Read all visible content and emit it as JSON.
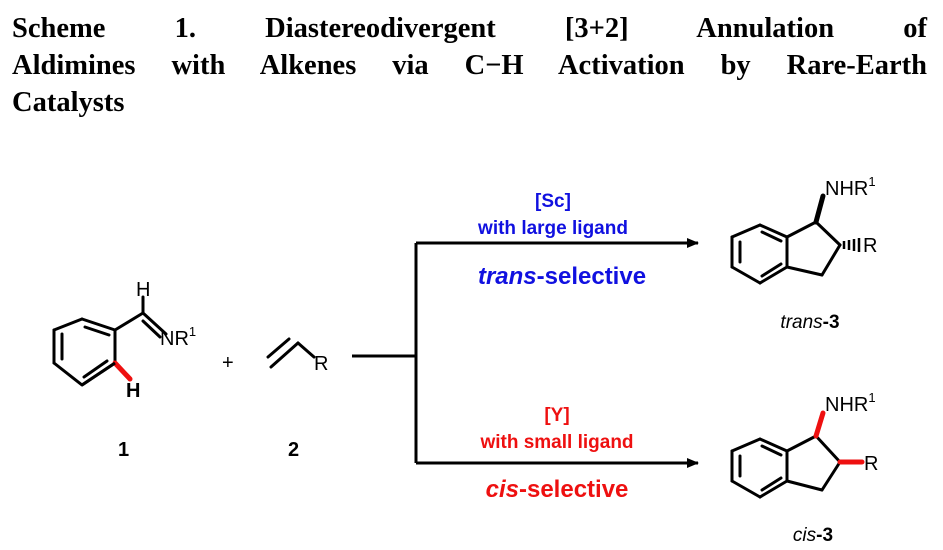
{
  "scheme": {
    "title_line1": "Scheme 1. Diastereodivergent [3+2] Annulation of",
    "title_line2": "Aldimines with Alkenes via C−H Activation by Rare-Earth",
    "title_line3": "Catalysts"
  },
  "reactants": {
    "aldimine_h_label": "H",
    "aldimine_n_label": "NR",
    "aldimine_n_sup": "1",
    "ortho_h_label": "H",
    "plus": "+",
    "alkene_r_label": "R",
    "compound1_label": "1",
    "compound2_label": "2"
  },
  "top_path": {
    "catalyst": "[Sc]",
    "ligand": "with large ligand",
    "selectivity_prefix": "trans",
    "selectivity_suffix": "-selective",
    "color": "#1010e0"
  },
  "bottom_path": {
    "catalyst": "[Y]",
    "ligand": "with small ligand",
    "selectivity_prefix": "cis",
    "selectivity_suffix": "-selective",
    "color": "#ee1010"
  },
  "products": {
    "nhr_label": "NHR",
    "nhr_sup": "1",
    "r_label": "R",
    "trans_prefix": "trans",
    "trans_number": "-3",
    "cis_prefix": "cis",
    "cis_number": "-3"
  },
  "colors": {
    "bond": "#000000",
    "highlight_red": "#ee1010",
    "blue": "#1010e0"
  }
}
